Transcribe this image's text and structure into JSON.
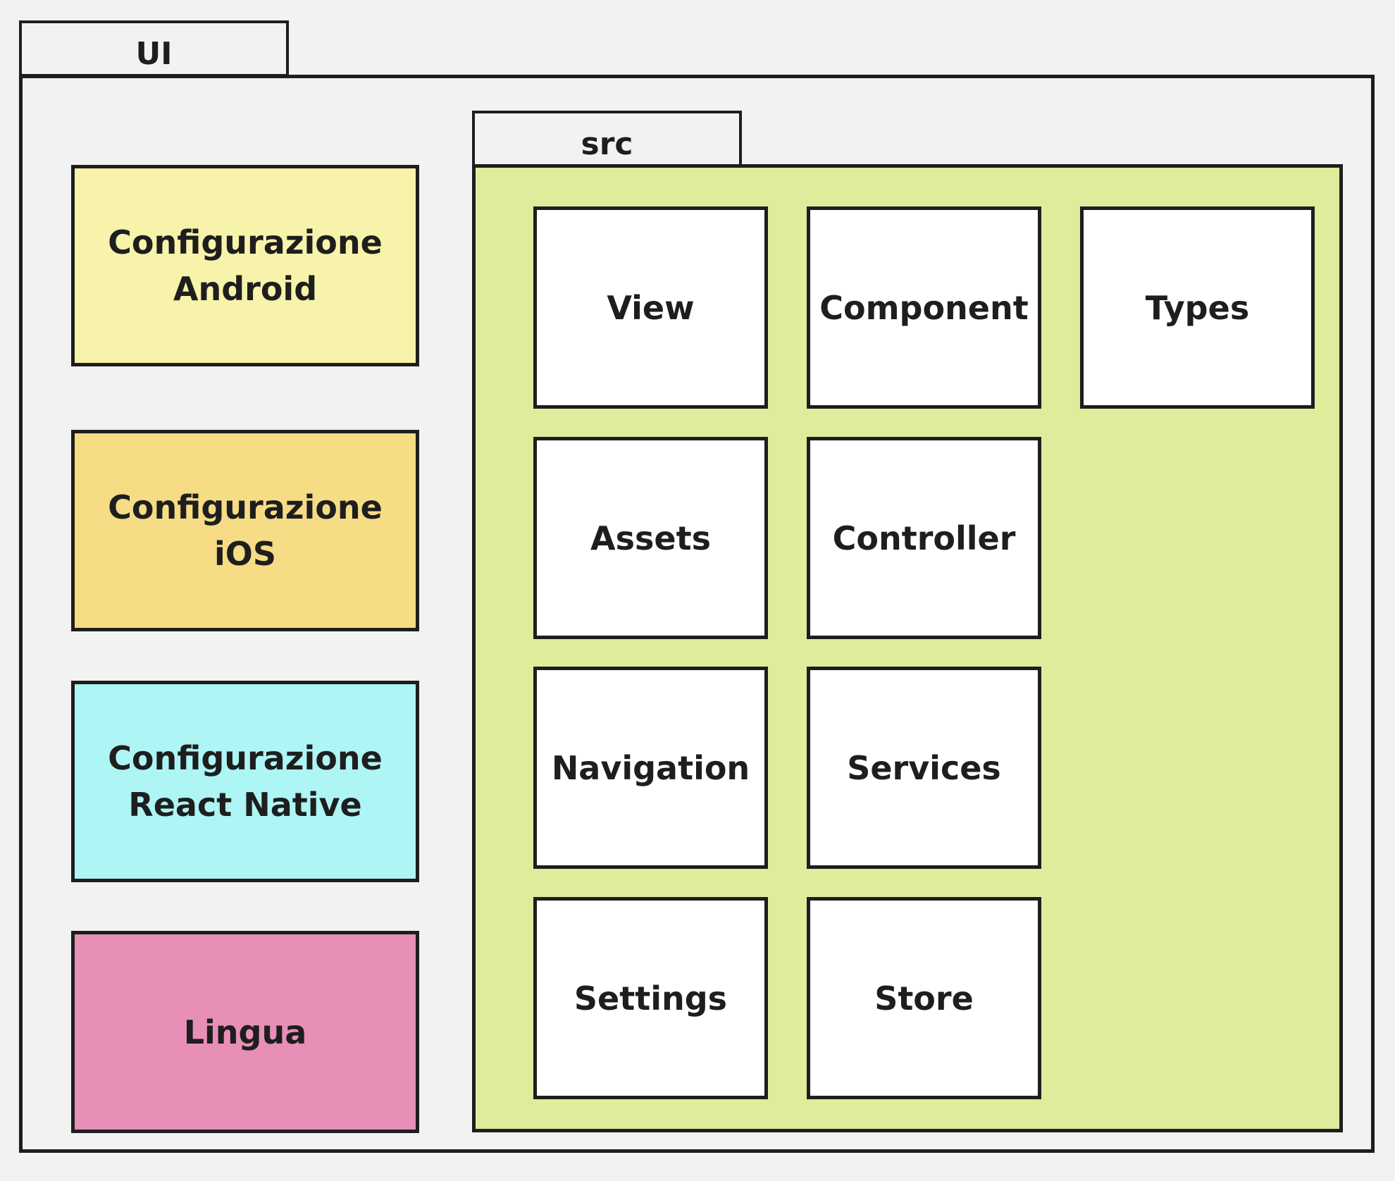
{
  "package": {
    "label": "UI"
  },
  "config_boxes": [
    {
      "line1": "Configurazione",
      "line2": "Android",
      "color": "#f7f3aa"
    },
    {
      "line1": "Configurazione",
      "line2": "iOS",
      "color": "#f5dc85"
    },
    {
      "line1": "Configurazione",
      "line2": "React Native",
      "color": "#aef5f5"
    },
    {
      "line1": "Lingua",
      "line2": "",
      "color": "#e88fb8"
    }
  ],
  "src": {
    "label": "src",
    "color": "#e0eb9b",
    "modules": [
      "View",
      "Component",
      "Types",
      "Assets",
      "Controller",
      "Navigation",
      "Services",
      "Settings",
      "Store"
    ]
  }
}
